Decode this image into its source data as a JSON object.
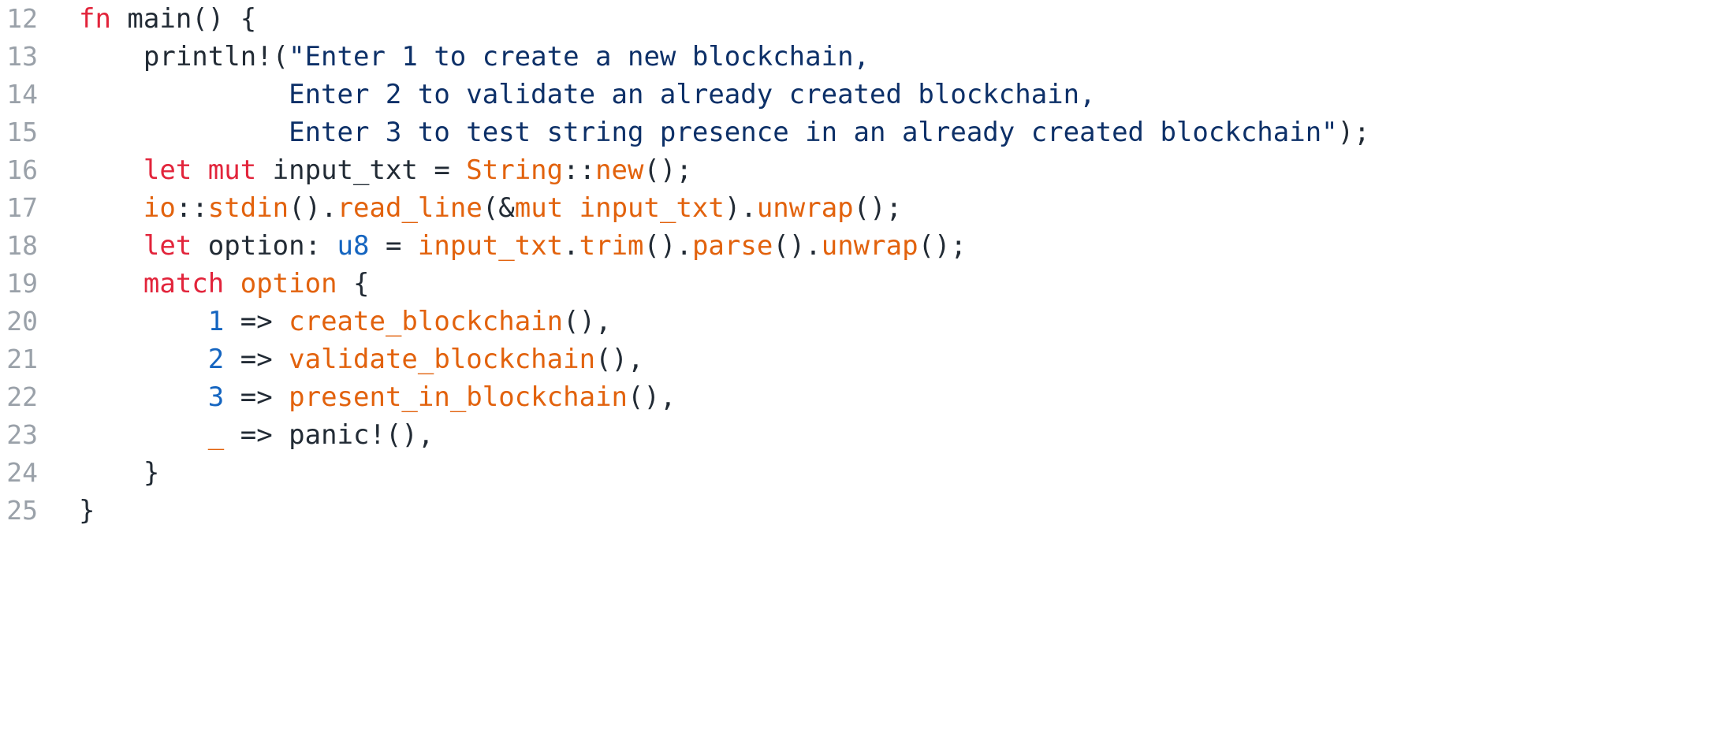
{
  "editor": {
    "language": "Rust",
    "background_color": "#ffffff",
    "gutter_color": "#9aa1a9",
    "default_text_color": "#222b35",
    "palette": {
      "keyword": "#e2243b",
      "string": "#0d3068",
      "identifier": "#e2620d",
      "number": "#1565c0",
      "type": "#1565c0",
      "plain": "#222b35"
    },
    "first_line_number": 12,
    "last_line_number": 25,
    "lines": [
      {
        "number": "12",
        "text": "fn main() {",
        "tokens": [
          {
            "t": "fn",
            "c": "kw"
          },
          {
            "t": " main() {",
            "c": "plain"
          }
        ]
      },
      {
        "number": "13",
        "text": "    println!(\"Enter 1 to create a new blockchain,",
        "tokens": [
          {
            "t": "    println!(",
            "c": "plain"
          },
          {
            "t": "\"Enter 1 to create a new blockchain,",
            "c": "str"
          }
        ]
      },
      {
        "number": "14",
        "text": "             Enter 2 to validate an already created blockchain,",
        "tokens": [
          {
            "t": "             ",
            "c": "plain"
          },
          {
            "t": "Enter 2 to validate an already created blockchain,",
            "c": "str"
          }
        ]
      },
      {
        "number": "15",
        "text": "             Enter 3 to test string presence in an already created blockchain\");",
        "tokens": [
          {
            "t": "             ",
            "c": "plain"
          },
          {
            "t": "Enter 3 to test string presence in an already created blockchain\"",
            "c": "str"
          },
          {
            "t": ");",
            "c": "plain"
          }
        ]
      },
      {
        "number": "16",
        "text": "    let mut input_txt = String::new();",
        "tokens": [
          {
            "t": "    ",
            "c": "plain"
          },
          {
            "t": "let mut",
            "c": "kw"
          },
          {
            "t": " input_txt = ",
            "c": "plain"
          },
          {
            "t": "String",
            "c": "ident"
          },
          {
            "t": "::",
            "c": "plain"
          },
          {
            "t": "new",
            "c": "ident"
          },
          {
            "t": "();",
            "c": "plain"
          }
        ]
      },
      {
        "number": "17",
        "text": "    io::stdin().read_line(&mut input_txt).unwrap();",
        "tokens": [
          {
            "t": "    ",
            "c": "plain"
          },
          {
            "t": "io",
            "c": "ident"
          },
          {
            "t": "::",
            "c": "plain"
          },
          {
            "t": "stdin",
            "c": "ident"
          },
          {
            "t": "().",
            "c": "plain"
          },
          {
            "t": "read_line",
            "c": "ident"
          },
          {
            "t": "(&",
            "c": "plain"
          },
          {
            "t": "mut input_txt",
            "c": "ident"
          },
          {
            "t": ").",
            "c": "plain"
          },
          {
            "t": "unwrap",
            "c": "ident"
          },
          {
            "t": "();",
            "c": "plain"
          }
        ]
      },
      {
        "number": "18",
        "text": "    let option: u8 = input_txt.trim().parse().unwrap();",
        "tokens": [
          {
            "t": "    ",
            "c": "plain"
          },
          {
            "t": "let",
            "c": "kw"
          },
          {
            "t": " option: ",
            "c": "plain"
          },
          {
            "t": "u8",
            "c": "type"
          },
          {
            "t": " = ",
            "c": "plain"
          },
          {
            "t": "input_txt",
            "c": "ident"
          },
          {
            "t": ".",
            "c": "plain"
          },
          {
            "t": "trim",
            "c": "ident"
          },
          {
            "t": "().",
            "c": "plain"
          },
          {
            "t": "parse",
            "c": "ident"
          },
          {
            "t": "().",
            "c": "plain"
          },
          {
            "t": "unwrap",
            "c": "ident"
          },
          {
            "t": "();",
            "c": "plain"
          }
        ]
      },
      {
        "number": "19",
        "text": "    match option {",
        "tokens": [
          {
            "t": "    ",
            "c": "plain"
          },
          {
            "t": "match",
            "c": "kw"
          },
          {
            "t": " ",
            "c": "plain"
          },
          {
            "t": "option",
            "c": "ident"
          },
          {
            "t": " {",
            "c": "plain"
          }
        ]
      },
      {
        "number": "20",
        "text": "        1 => create_blockchain(),",
        "tokens": [
          {
            "t": "        ",
            "c": "plain"
          },
          {
            "t": "1",
            "c": "num"
          },
          {
            "t": " => ",
            "c": "plain"
          },
          {
            "t": "create_blockchain",
            "c": "ident"
          },
          {
            "t": "(),",
            "c": "plain"
          }
        ]
      },
      {
        "number": "21",
        "text": "        2 => validate_blockchain(),",
        "tokens": [
          {
            "t": "        ",
            "c": "plain"
          },
          {
            "t": "2",
            "c": "num"
          },
          {
            "t": " => ",
            "c": "plain"
          },
          {
            "t": "validate_blockchain",
            "c": "ident"
          },
          {
            "t": "(),",
            "c": "plain"
          }
        ]
      },
      {
        "number": "22",
        "text": "        3 => present_in_blockchain(),",
        "tokens": [
          {
            "t": "        ",
            "c": "plain"
          },
          {
            "t": "3",
            "c": "num"
          },
          {
            "t": " => ",
            "c": "plain"
          },
          {
            "t": "present_in_blockchain",
            "c": "ident"
          },
          {
            "t": "(),",
            "c": "plain"
          }
        ]
      },
      {
        "number": "23",
        "text": "        _ => panic!(),",
        "tokens": [
          {
            "t": "        ",
            "c": "plain"
          },
          {
            "t": "_",
            "c": "ident"
          },
          {
            "t": " => panic!(),",
            "c": "plain"
          }
        ]
      },
      {
        "number": "24",
        "text": "    }",
        "tokens": [
          {
            "t": "    }",
            "c": "plain"
          }
        ]
      },
      {
        "number": "25",
        "text": "}",
        "tokens": [
          {
            "t": "}",
            "c": "plain"
          }
        ]
      }
    ]
  }
}
